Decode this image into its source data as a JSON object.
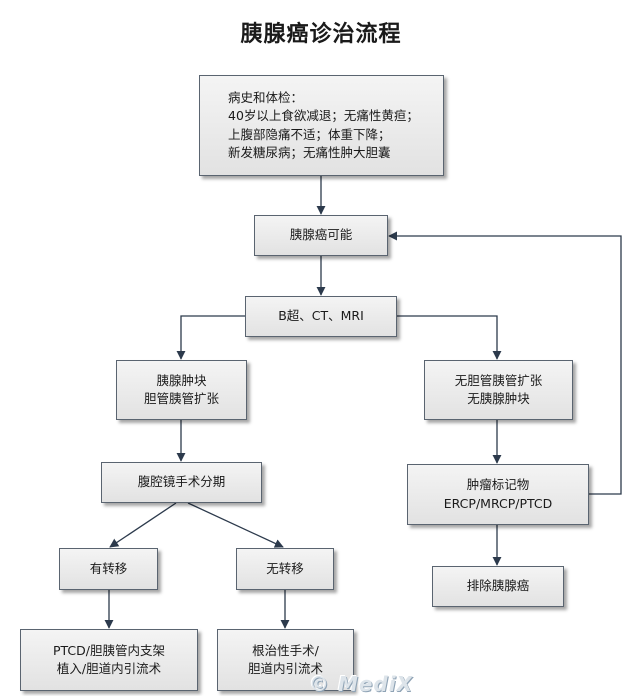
{
  "title": "胰腺癌诊治流程",
  "nodes": {
    "history": [
      "病史和体检：",
      "40岁以上食欲减退；无痛性黄疸；",
      "上腹部隐痛不适；体重下降；",
      "新发糖尿病；无痛性肿大胆囊"
    ],
    "possible": [
      "胰腺癌可能"
    ],
    "imaging": [
      "B超、CT、MRI"
    ],
    "mass": [
      "胰腺肿块",
      "胆管胰管扩张"
    ],
    "no_dilation": [
      "无胆管胰管扩张",
      "无胰腺肿块"
    ],
    "laparoscopy": [
      "腹腔镜手术分期"
    ],
    "markers": [
      "肿瘤标记物",
      "ERCP/MRCP/PTCD"
    ],
    "metastasis": [
      "有转移"
    ],
    "no_metastasis": [
      "无转移"
    ],
    "exclude": [
      "排除胰腺癌"
    ],
    "ptcd": [
      "PTCD/胆胰管内支架",
      "植入/胆道内引流术"
    ],
    "radical": [
      "根治性手术/",
      "胆道内引流术"
    ]
  },
  "watermark": "© MediX"
}
